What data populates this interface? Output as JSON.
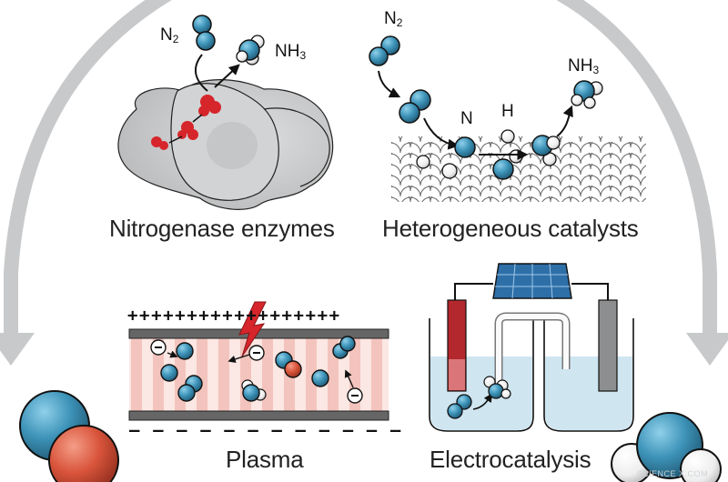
{
  "panels": {
    "nitrogenase": {
      "caption": "Nitrogenase enzymes",
      "reactant": {
        "base": "N",
        "sub": "2"
      },
      "product": {
        "base": "NH",
        "sub": "3"
      }
    },
    "heterogeneous": {
      "caption": "Heterogeneous catalysts",
      "reactant": {
        "base": "N",
        "sub": "2"
      },
      "atom_n": "N",
      "atom_h": "H",
      "product": {
        "base": "NH",
        "sub": "3"
      }
    },
    "plasma": {
      "caption": "Plasma",
      "plus_signs": "++++++++++++++++++",
      "minus_signs": "— — — — — — — — — — — —"
    },
    "electrocatalysis": {
      "caption": "Electrocatalysis"
    }
  },
  "watermark": "SCIENCE X.COM",
  "colors": {
    "nitrogen_blue": "#3d93b8",
    "oxygen_red": "#d9543b",
    "hydrogen_white": "#f4f4f4",
    "enzyme_gray": "#c9cacb",
    "arrow_gray": "#c8c9ca",
    "iron_cluster_red": "#d6262b",
    "plasma_stripe": "#f3c4bd",
    "solar_blue": "#2e6fa8",
    "electrolyte_blue": "#cfe6f1"
  },
  "icons": [
    "cycle-arrow-left-icon",
    "cycle-arrow-right-icon",
    "lightning-bolt-icon",
    "solar-panel-icon",
    "electron-icon"
  ]
}
